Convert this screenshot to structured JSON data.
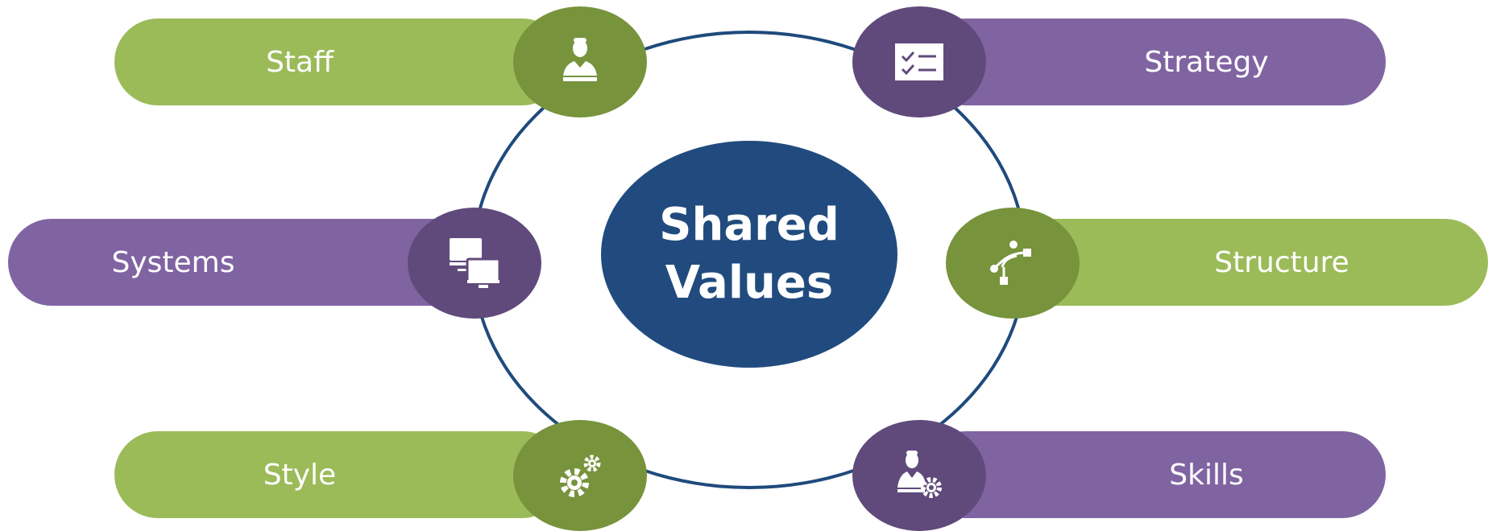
{
  "center": {
    "label": "Shared Values"
  },
  "elements": {
    "staff": {
      "label": "Staff",
      "icon": "person-icon"
    },
    "strategy": {
      "label": "Strategy",
      "icon": "checklist-icon"
    },
    "systems": {
      "label": "Systems",
      "icon": "computers-icon"
    },
    "structure": {
      "label": "Structure",
      "icon": "nodes-icon"
    },
    "style": {
      "label": "Style",
      "icon": "gears-icon"
    },
    "skills": {
      "label": "Skills",
      "icon": "person-gear-icon"
    }
  },
  "colors": {
    "green_pill": "#9bbb59",
    "green_bubble": "#77933c",
    "purple_pill": "#8064a2",
    "purple_bubble": "#604a7b",
    "ring": "#1f4a7c",
    "center": "#214b7e"
  }
}
